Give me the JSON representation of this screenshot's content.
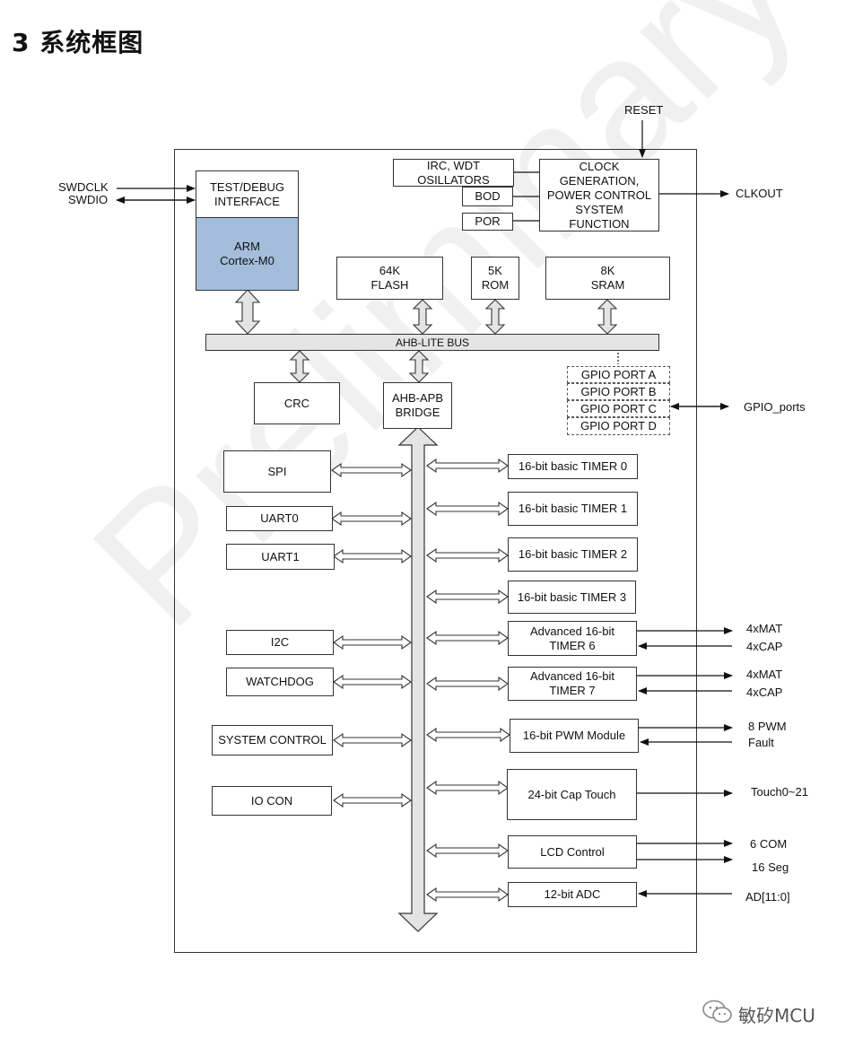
{
  "heading": "3 系统框图",
  "external": {
    "reset": "RESET",
    "swdclk": "SWDCLK",
    "swdio": "SWDIO",
    "clkout": "CLKOUT",
    "gpio_ports": "GPIO_ports",
    "mat_6": "4xMAT",
    "cap_6": "4xCAP",
    "mat_7": "4xMAT",
    "cap_7": "4xCAP",
    "pwm": "8 PWM",
    "fault": "Fault",
    "touch": "Touch0~21",
    "com": "6 COM",
    "seg": "16 Seg",
    "ad": "AD[11:0]"
  },
  "blocks": {
    "test_debug": "TEST/DEBUG\nINTERFACE",
    "arm": "ARM\nCortex-M0",
    "irc_wdt": "IRC, WDT\nOSILLATORS",
    "bod": "BOD",
    "por": "POR",
    "clock_gen": "CLOCK\nGENERATION,\nPOWER CONTROL\nSYSTEM\nFUNCTION",
    "flash": "64K\nFLASH",
    "rom": "5K\nROM",
    "sram": "8K\nSRAM",
    "ahb_bus": "AHB-LITE BUS",
    "crc": "CRC",
    "ahb_apb": "AHB-APB\nBRIDGE",
    "gpio_a": "GPIO PORT A",
    "gpio_b": "GPIO PORT B",
    "gpio_c": "GPIO PORT C",
    "gpio_d": "GPIO PORT D",
    "spi": "SPI",
    "uart0": "UART0",
    "uart1": "UART1",
    "i2c": "I2C",
    "watchdog": "WATCHDOG",
    "system_control": "SYSTEM CONTROL",
    "io_con": "IO CON",
    "timer0": "16-bit basic TIMER 0",
    "timer1": "16-bit basic TIMER 1",
    "timer2": "16-bit basic TIMER 2",
    "timer3": "16-bit basic TIMER 3",
    "timer6": "Advanced 16-bit\nTIMER 6",
    "timer7": "Advanced 16-bit\nTIMER 7",
    "pwm": "16-bit PWM Module",
    "cap_touch": "24-bit Cap Touch",
    "lcd": "LCD Control",
    "adc": "12-bit ADC"
  },
  "watermark": "Preliminary",
  "footer": {
    "brand": "敏矽MCU",
    "icon": "wechat-icon"
  }
}
